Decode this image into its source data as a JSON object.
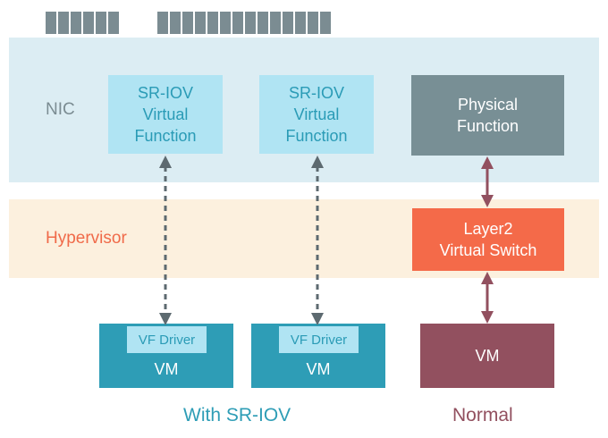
{
  "labels": {
    "nic": "NIC",
    "hypervisor": "Hypervisor"
  },
  "nodes": {
    "vf1": "SR-IOV\nVirtual\nFunction",
    "vf2": "SR-IOV\nVirtual\nFunction",
    "physical_function": "Physical\nFunction",
    "layer2_switch": "Layer2\nVirtual Switch",
    "vm1": {
      "driver": "VF Driver",
      "label": "VM"
    },
    "vm2": {
      "driver": "VF Driver",
      "label": "VM"
    },
    "vm_normal": {
      "label": "VM"
    }
  },
  "captions": {
    "sriov": "With SR-IOV",
    "normal": "Normal"
  },
  "colors": {
    "nic_band": "#dcedf3",
    "hypervisor_band": "#fcf0de",
    "sriov_accent": "#2e9db6",
    "normal_accent": "#92505f",
    "switch": "#f46a49",
    "physical_function": "#788f95",
    "dashed_arrow": "#5d6a70",
    "solid_arrow": "#92505f"
  }
}
